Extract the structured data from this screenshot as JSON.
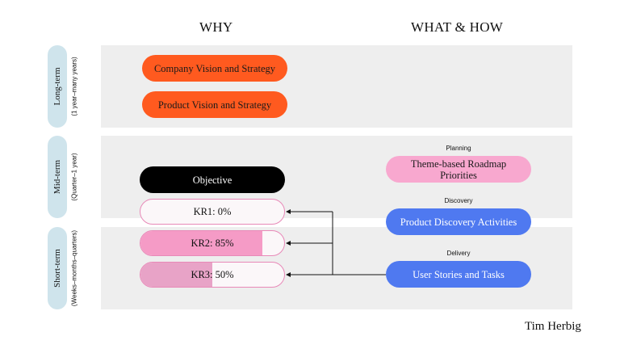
{
  "headers": {
    "why": "WHY",
    "what_how": "WHAT & HOW"
  },
  "rows": {
    "long": {
      "label": "Long-term",
      "sub": "(1 year–many years)"
    },
    "mid": {
      "label": "Mid-term",
      "sub": "(Quarter–1 year)"
    },
    "short": {
      "label": "Short-term",
      "sub": "(Weeks–months–quarters)"
    }
  },
  "why": {
    "company_vision": "Company Vision and Strategy",
    "product_vision": "Product Vision and Strategy",
    "objective": "Objective",
    "krs": [
      {
        "label": "KR1: 0%",
        "progress": 0
      },
      {
        "label": "KR2: 85%",
        "progress": 0.85
      },
      {
        "label": "KR3: 50%",
        "progress": 0.5
      }
    ]
  },
  "what_how": {
    "planning": {
      "heading": "Planning",
      "label": "Theme-based Roadmap Priorities"
    },
    "discovery": {
      "heading": "Discovery",
      "label": "Product Discovery Activities"
    },
    "delivery": {
      "heading": "Delivery",
      "label": "User Stories and Tasks"
    }
  },
  "credit": "Tim Herbig",
  "colors": {
    "vision": "#ff5a1f",
    "objective": "#000000",
    "kr_fill": "#e8a3c7",
    "kr_border": "#e889b8",
    "planning": "#f8a8cf",
    "discovery_delivery": "#4f79f0",
    "row_label": "#cfe4ec",
    "band": "#eeeeee"
  }
}
